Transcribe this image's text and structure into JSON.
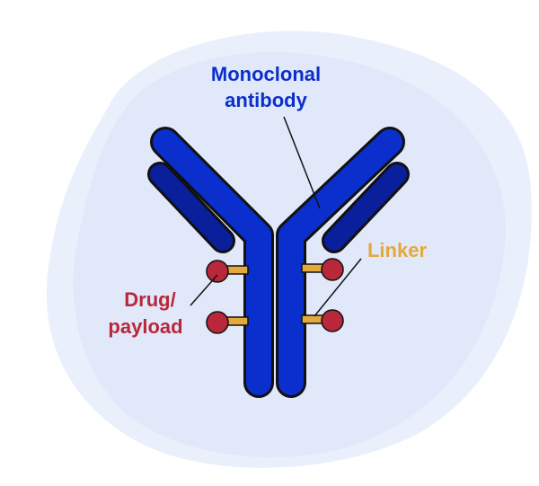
{
  "labels": {
    "antibody_line1": "Monoclonal",
    "antibody_line2": "antibody",
    "linker": "Linker",
    "drug_line1": "Drug/",
    "drug_line2": "payload"
  },
  "colors": {
    "antibody": "#0a2fcc",
    "antibody_dark": "#0a1f9c",
    "linker": "#e3a93a",
    "drug": "#b8283a",
    "background_blob": "#e6ecfb"
  }
}
